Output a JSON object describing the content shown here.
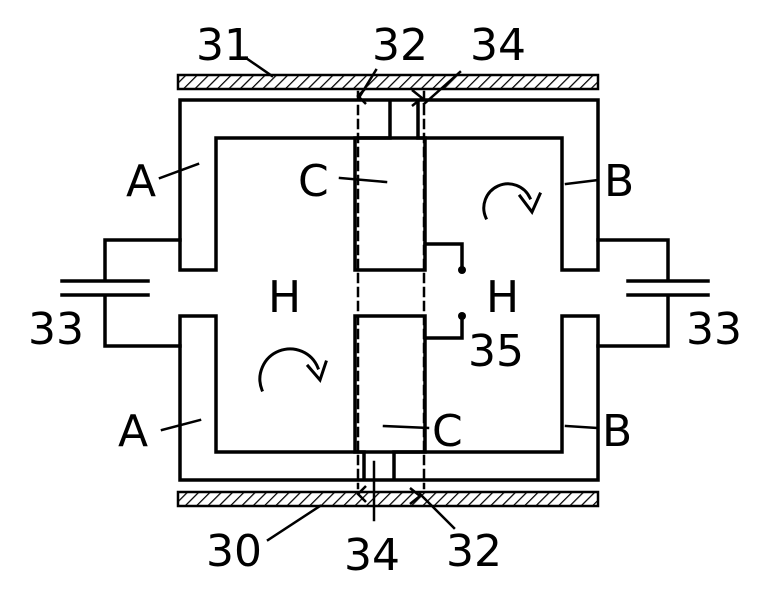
{
  "diagram": {
    "labels": {
      "rail_top": "31",
      "rail_bottom": "30",
      "waveguide_top": "32",
      "waveguide_bottom": "32",
      "probe_top": "34",
      "probe_bottom": "34",
      "capacitor_left": "33",
      "capacitor_right": "33",
      "tab_gap": "35",
      "a_top": "A",
      "a_bottom": "A",
      "b_top": "B",
      "b_bottom": "B",
      "c_top": "C",
      "c_bottom": "C",
      "h_left": "H",
      "h_right": "H"
    },
    "colors": {
      "ink": "#000000",
      "paper": "#ffffff"
    }
  }
}
